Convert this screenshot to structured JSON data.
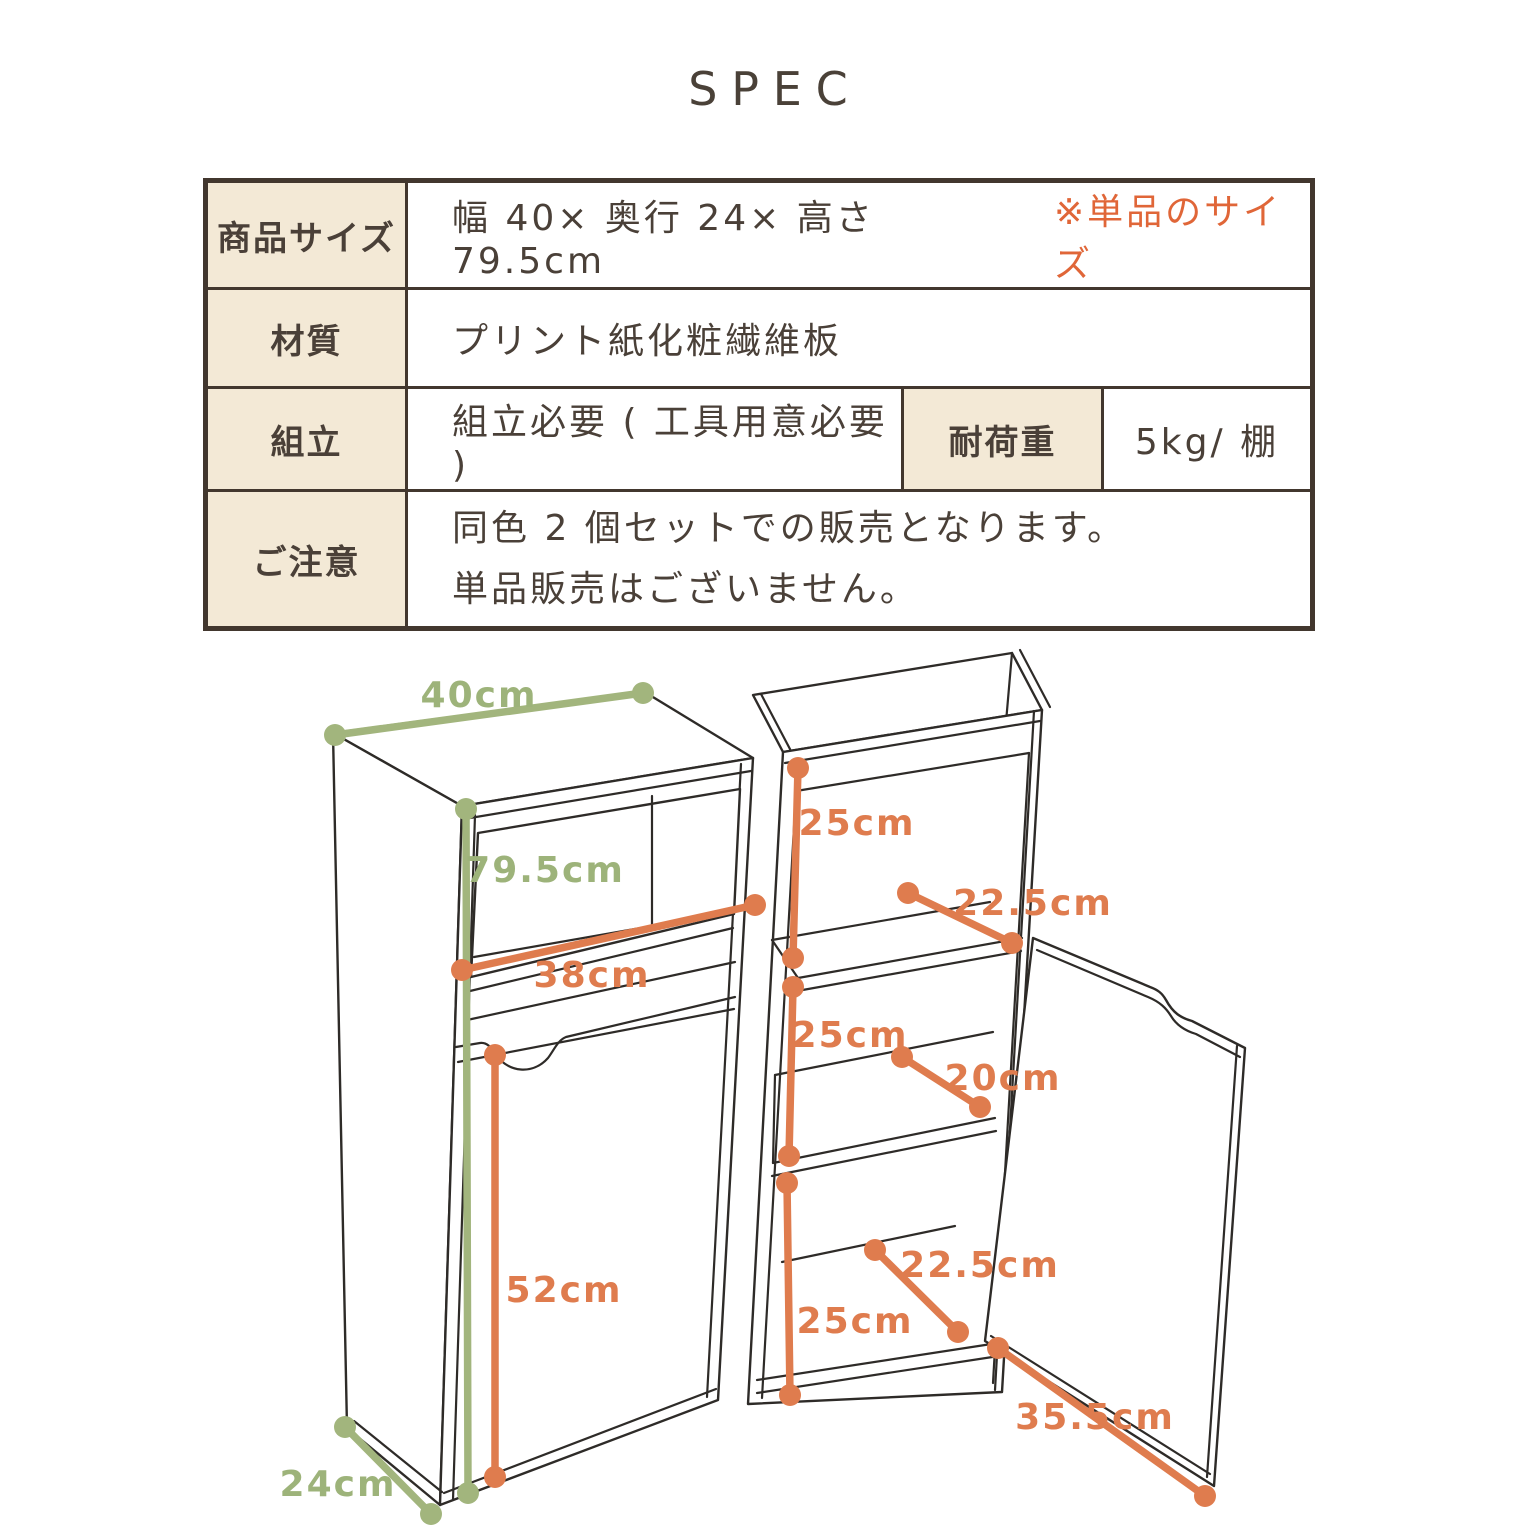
{
  "page_title": "SPEC",
  "colors": {
    "table_border": "#42372e",
    "header_bg": "#f3e9d6",
    "text_dark": "#4a4038",
    "note_orange": "#e06638",
    "dim_green": "#a2b57d",
    "dim_orange": "#df7c4e",
    "line_art": "#2e2b28"
  },
  "table": {
    "rows": [
      {
        "label": "商品サイズ",
        "value": "幅 40× 奥行 24× 高さ 79.5cm",
        "note": "※単品のサイズ"
      },
      {
        "label": "材質",
        "value": "プリント紙化粧繊維板"
      },
      {
        "label": "組立",
        "value": "組立必要 ( 工具用意必要 )",
        "label2": "耐荷重",
        "value2": "5kg/ 棚"
      },
      {
        "label": "ご注意",
        "value_line1": "同色 2 個セットでの販売となります。",
        "value_line2": "単品販売はございません。"
      }
    ]
  },
  "diagram": {
    "description": "2段カラーボックス2個の寸法図",
    "dims": [
      {
        "id": "cabinet-width",
        "label": "40cm",
        "color": "green"
      },
      {
        "id": "cabinet-height",
        "label": "79.5cm",
        "color": "green"
      },
      {
        "id": "cabinet-depth",
        "label": "24cm",
        "color": "green"
      },
      {
        "id": "inner-width",
        "label": "38cm",
        "color": "orange"
      },
      {
        "id": "door-height",
        "label": "52cm",
        "color": "orange"
      },
      {
        "id": "top-compartment-height",
        "label": "25cm",
        "color": "orange"
      },
      {
        "id": "top-shelf-depth",
        "label": "22.5cm",
        "color": "orange"
      },
      {
        "id": "middle-compartment-height",
        "label": "25cm",
        "color": "orange"
      },
      {
        "id": "middle-shelf-depth",
        "label": "20cm",
        "color": "orange"
      },
      {
        "id": "bottom-compartment-height",
        "label": "25cm",
        "color": "orange"
      },
      {
        "id": "bottom-shelf-depth",
        "label": "22.5cm",
        "color": "orange"
      },
      {
        "id": "open-door-width",
        "label": "35.5cm",
        "color": "orange"
      }
    ]
  }
}
